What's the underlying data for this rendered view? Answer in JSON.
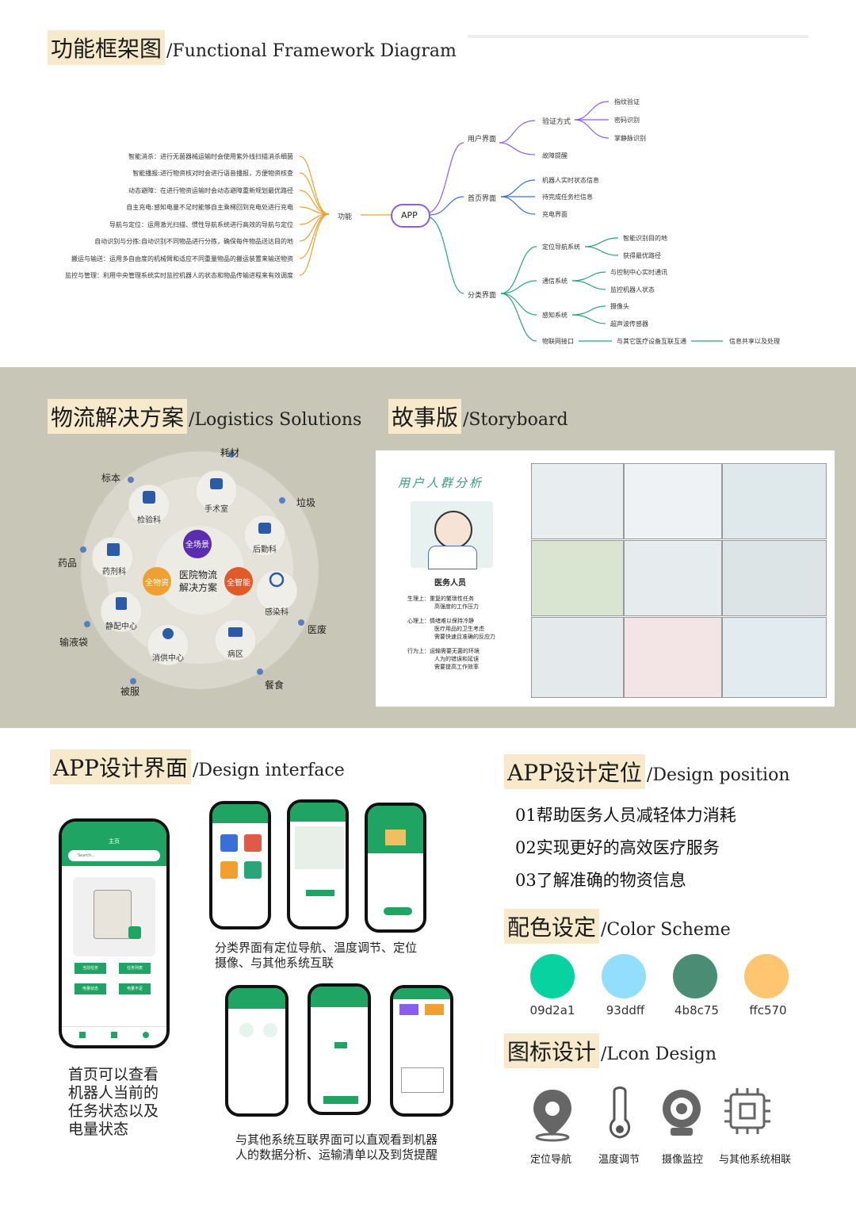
{
  "framework": {
    "title_cn": "功能框架图",
    "title_en": "/Functional Framework Diagram",
    "center": "APP",
    "function_label": "功能",
    "functions": [
      "智能消杀：进行无菌器械运输时会使用紫外线扫描消杀细菌",
      "智能播报:进行物资核对时会进行语音播报，方便物资核查",
      "动态避障：在进行物资运输时会动态避障重新规划最优路径",
      "自主充电:感知电量不足时能够自主乘梯回到充电处进行充电",
      "导航与定位：运用激光扫描、惯性导航系统进行高效的导航与定位",
      "自动识别与分拣:自动识别不同物品进行分拣，确保每件物品送达目的地",
      "搬运与输送：运用多自由度的机械臂和适应不同重量物品的搬运装置来输送物资",
      "监控与管理：利用中央管理系统实时监控机器人的状态和物品传输进程来有效调度"
    ],
    "user_ui": "用户界面",
    "verify": "验证方式",
    "verify_items": [
      "指纹验证",
      "密码识别",
      "掌静脉识别"
    ],
    "fault": "故障提醒",
    "home_ui": "首页界面",
    "home_items": [
      "机器人实时状态信息",
      "待完成任务栏信息",
      "充电界面"
    ],
    "category_ui": "分类界面",
    "nav_sys": "定位导航系统",
    "nav_items": [
      "智能识别目的地",
      "获得最优路径"
    ],
    "comm_sys": "通信系统",
    "comm_items": [
      "与控制中心实时通讯",
      "监控机器人状态"
    ],
    "sense_sys": "感知系统",
    "sense_items": [
      "摄像头",
      "超声波传感器"
    ],
    "iot": "物联网接口",
    "iot_a": "与其它医疗设备互联互通",
    "iot_b": "信息共享以及处理"
  },
  "logistics": {
    "title_cn": "物流解决方案",
    "title_en": "/Logistics Solutions",
    "core": "医院物流\n解决方案",
    "core_l1": "医院物流",
    "core_l2": "解决方案",
    "badge_top": "全场景",
    "badge_left": "全物资",
    "badge_right": "全智能",
    "depts": [
      "手术室",
      "后勤科",
      "感染科",
      "病区",
      "消供中心",
      "静配中心",
      "药剂科",
      "检验科"
    ],
    "outer": [
      "耗材",
      "垃圾",
      "医废",
      "餐食",
      "被服",
      "输液袋",
      "药品",
      "标本"
    ]
  },
  "storyboard": {
    "title_cn": "故事版",
    "title_en": "/Storyboard",
    "persona_heading": "用户人群分析",
    "persona_name": "医务人员",
    "physio_label": "生理上：",
    "physio": [
      "重复的繁琐性任务",
      "高强度的工作压力"
    ],
    "psych_label": "心理上：",
    "psych": [
      "情绪难以保持冷静",
      "医疗用品的卫生考虑",
      "需要快速且准确的反应力"
    ],
    "behav_label": "行为上：",
    "behav": [
      "运输需要无菌的环境",
      "人为的错误和延误",
      "需要提高工作效率"
    ]
  },
  "design": {
    "title_cn": "APP设计界面",
    "title_en": "/Design interface",
    "caption_main": "首页可以查看机器人当前的任务状态以及电量状态",
    "caption_main_lines": [
      "首页可以查看",
      "机器人当前的",
      "任务状态以及",
      "电量状态"
    ],
    "caption_top_lines": [
      "分类界面有定位导航、温度调节、定位",
      "摄像、与其他系统互联"
    ],
    "caption_bottom_lines": [
      "与其他系统互联界面可以直观看到机器",
      "人的数据分析、运输清单以及到货提醒"
    ],
    "main_phone": {
      "title": "主页",
      "search": "Search...",
      "btns": [
        "当前任务",
        "任务列表",
        "电量状态",
        "电量不足"
      ]
    }
  },
  "position": {
    "title_cn": "APP设计定位",
    "title_en": "/Design position",
    "items": [
      "01帮助医务人员减轻体力消耗",
      "02实现更好的高效医疗服务",
      "03了解准确的物资信息"
    ]
  },
  "colors": {
    "title_cn": "配色设定",
    "title_en": "/Color Scheme",
    "swatches": [
      {
        "hex": "#09d2a1",
        "label": "09d2a1"
      },
      {
        "hex": "#93ddff",
        "label": "93ddff"
      },
      {
        "hex": "#4b8c75",
        "label": "4b8c75"
      },
      {
        "hex": "#ffc570",
        "label": "ffc570"
      }
    ],
    "primary": "#1fa463",
    "accent_purple": "#8a5cf0",
    "accent_blue": "#3a6fd8",
    "accent_orange": "#f0a030",
    "accent_green": "#2aa57a"
  },
  "icons": {
    "title_cn": "图标设计",
    "title_en": "/Lcon Design",
    "items": [
      {
        "icon": "location-pin-icon",
        "label": "定位导航"
      },
      {
        "icon": "thermometer-icon",
        "label": "温度调节"
      },
      {
        "icon": "camera-icon",
        "label": "摄像监控"
      },
      {
        "icon": "chip-icon",
        "label": "与其他系统相联"
      }
    ]
  }
}
